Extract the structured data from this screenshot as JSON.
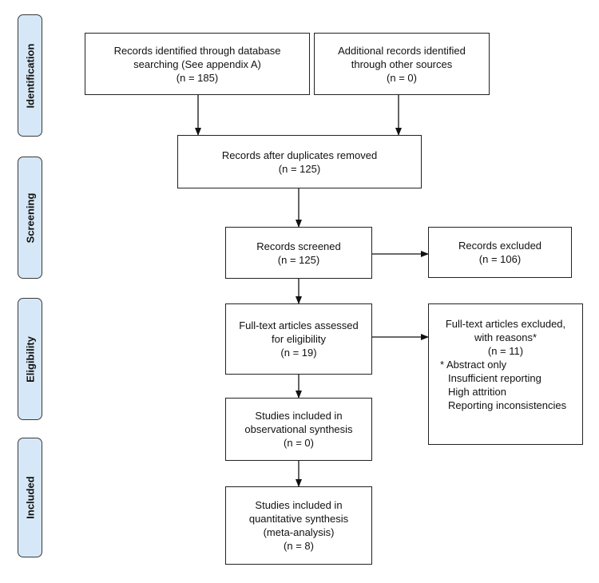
{
  "phases": [
    {
      "key": "identification",
      "label": "Identification"
    },
    {
      "key": "screening",
      "label": "Screening"
    },
    {
      "key": "eligibility",
      "label": "Eligibility"
    },
    {
      "key": "included",
      "label": "Included"
    }
  ],
  "boxes": {
    "database": {
      "lines": [
        "Records identified through database",
        "searching (See appendix A)",
        "(n = 185)"
      ]
    },
    "other_sources": {
      "lines": [
        "Additional records identified",
        "through other sources",
        "(n =   0)"
      ]
    },
    "duplicates_removed": {
      "lines": [
        "Records after duplicates removed",
        "(n = 125)"
      ]
    },
    "screened": {
      "lines": [
        "Records screened",
        "(n = 125)"
      ]
    },
    "excluded": {
      "lines": [
        "Records excluded",
        "(n = 106)"
      ]
    },
    "full_text_assessed": {
      "lines": [
        "Full-text articles assessed",
        "for eligibility",
        "(n = 19)"
      ]
    },
    "full_text_excluded": {
      "lines": [
        "Full-text articles excluded,",
        "with reasons*",
        "(n = 11)"
      ],
      "reasons": [
        "* Abstract only",
        "Insufficient reporting",
        "High attrition",
        "Reporting inconsistencies"
      ]
    },
    "observational": {
      "lines": [
        "Studies included in",
        "observational synthesis",
        "(n = 0)"
      ]
    },
    "quantitative": {
      "lines": [
        "Studies included in",
        "quantitative synthesis",
        "(meta-analysis)",
        "(n = 8)"
      ]
    }
  },
  "colors": {
    "phase_fill": "#d6e8f7",
    "border": "#222222",
    "arrow": "#111111"
  }
}
